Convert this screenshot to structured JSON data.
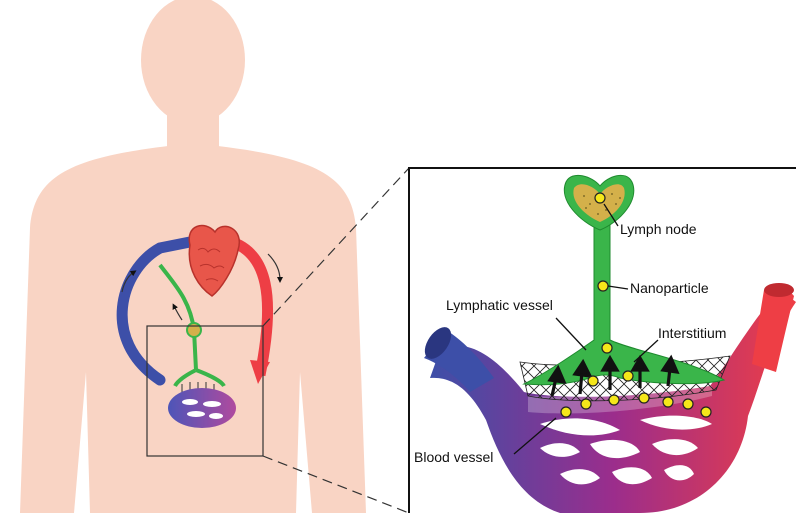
{
  "labels": {
    "lymph_node": "Lymph node",
    "nanoparticle": "Nanoparticle",
    "lymphatic_vessel": "Lymphatic vessel",
    "interstitium": "Interstitium",
    "blood_vessel": "Blood vessel"
  },
  "colors": {
    "body": "#f9d4c4",
    "lymphatic": "#3ab54a",
    "artery": "#ee3e45",
    "vein": "#3d4fa8",
    "capillary_mid": "#9b2d8c",
    "nanoparticle": "#f5e71a",
    "lymph_node_fill": "#d4b04a",
    "heart": "#e8564a"
  }
}
